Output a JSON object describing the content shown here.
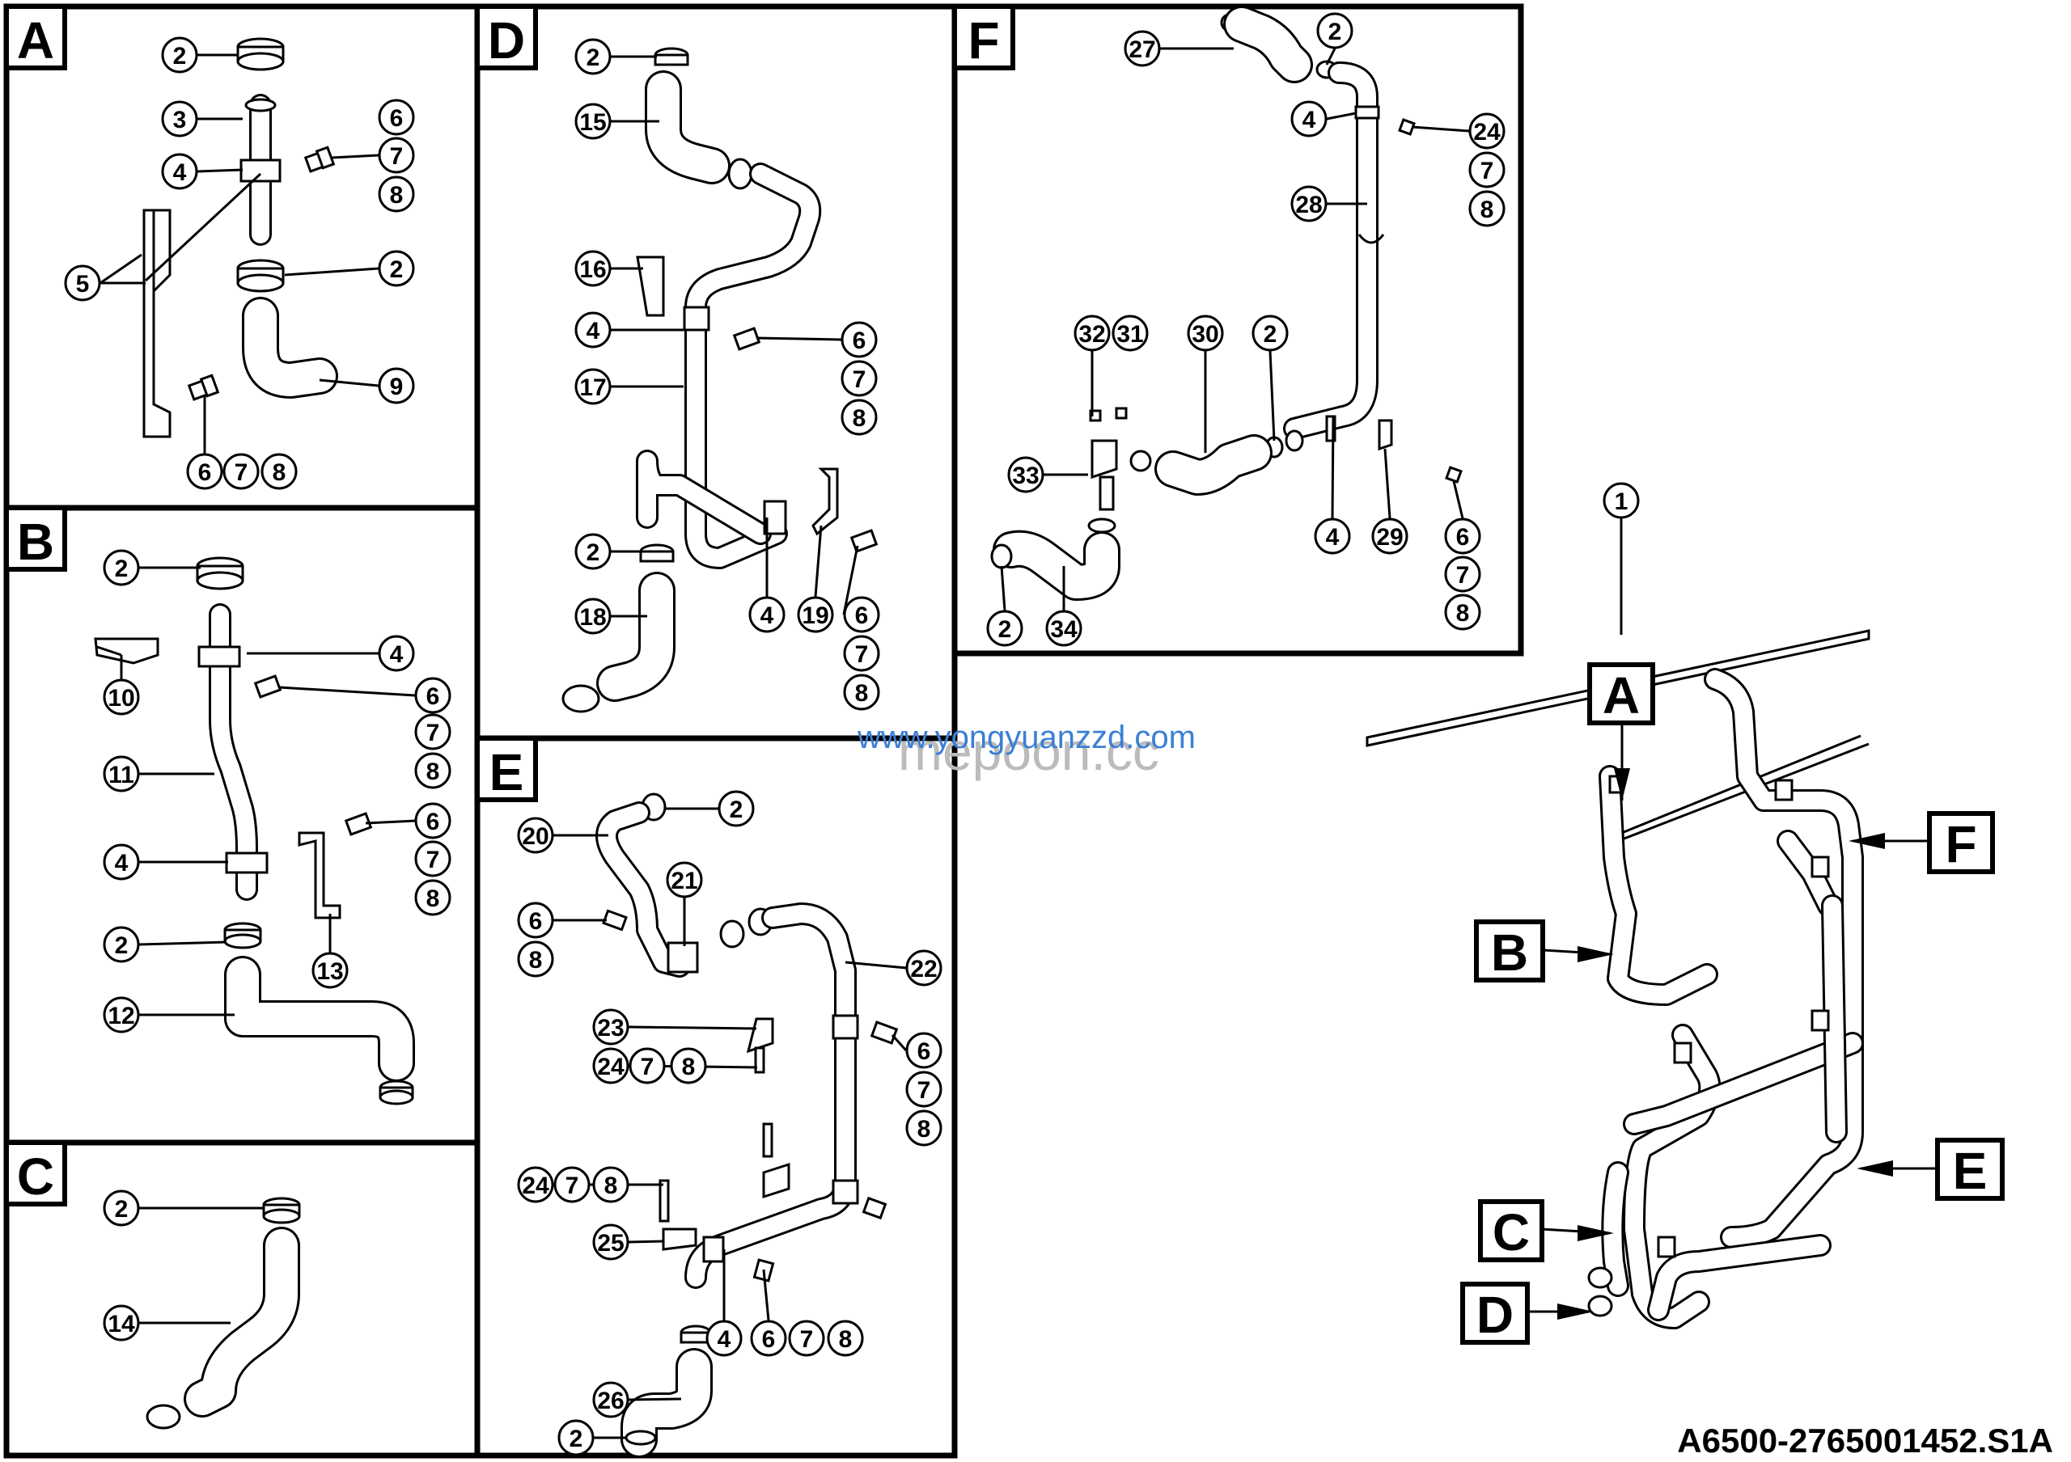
{
  "panels": {
    "a": {
      "label": "A"
    },
    "b": {
      "label": "B"
    },
    "c": {
      "label": "C"
    },
    "d": {
      "label": "D"
    },
    "e": {
      "label": "E"
    },
    "f": {
      "label": "F"
    }
  },
  "overview": {
    "item": "1",
    "tags": {
      "a": "A",
      "b": "B",
      "c": "C",
      "d": "D",
      "e": "E",
      "f": "F"
    }
  },
  "callouts": {
    "a": [
      "2",
      "3",
      "4",
      "6",
      "7",
      "8",
      "5",
      "2",
      "9",
      "6",
      "7",
      "8"
    ],
    "b": [
      "2",
      "4",
      "10",
      "6",
      "7",
      "8",
      "11",
      "6",
      "7",
      "8",
      "4",
      "13",
      "2",
      "12"
    ],
    "c": [
      "2",
      "14"
    ],
    "d": [
      "2",
      "15",
      "16",
      "4",
      "6",
      "7",
      "8",
      "17",
      "2",
      "18",
      "4",
      "19",
      "6",
      "7",
      "8"
    ],
    "e": [
      "2",
      "20",
      "21",
      "6",
      "8",
      "22",
      "23",
      "6",
      "24",
      "7",
      "8",
      "7",
      "8",
      "24",
      "7",
      "8",
      "25",
      "4",
      "6",
      "7",
      "8",
      "26",
      "2"
    ],
    "f": [
      "27",
      "2",
      "4",
      "24",
      "7",
      "8",
      "28",
      "32",
      "31",
      "30",
      "2",
      "33",
      "4",
      "29",
      "6",
      "7",
      "8",
      "2",
      "34"
    ]
  },
  "watermark": {
    "line1": "www.yongyuanzzd.com",
    "line2": "mepoon.cc"
  },
  "drawing_code": "A6500-2765001452.S1A",
  "colors": {
    "line": "#000000",
    "watermark_blue": "#3a7fd5",
    "watermark_gray": "#bbbbbb"
  }
}
